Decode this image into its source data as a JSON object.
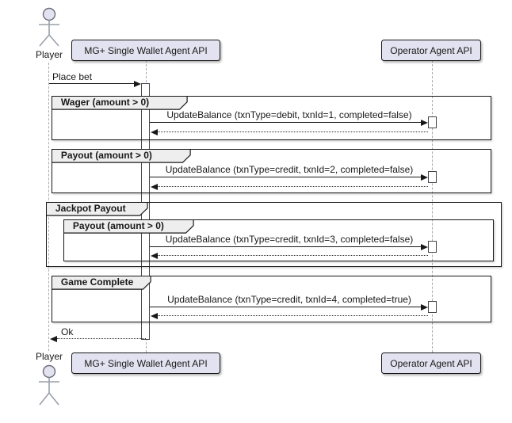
{
  "diagram_type": "uml-sequence",
  "actors": {
    "player_top": "Player",
    "player_bottom": "Player"
  },
  "participants": {
    "wallet_top": "MG+ Single Wallet Agent API",
    "operator_top": "Operator Agent API",
    "wallet_bottom": "MG+ Single Wallet Agent API",
    "operator_bottom": "Operator Agent API"
  },
  "frames": {
    "wager": "Wager (amount > 0)",
    "payout": "Payout (amount > 0)",
    "jackpot": "Jackpot Payout",
    "jackpot_payout": "Payout (amount > 0)",
    "game_complete": "Game Complete"
  },
  "messages": {
    "place_bet": "Place bet",
    "wager_call": "UpdateBalance (txnType=debit, txnId=1, completed=false)",
    "payout_call": "UpdateBalance (txnType=credit, txnId=2, completed=false)",
    "jackpot_call": "UpdateBalance (txnType=credit, txnId=3, completed=false)",
    "complete_call": "UpdateBalance (txnType=credit, txnId=4, completed=true)",
    "ok": "Ok"
  },
  "colors": {
    "participant_fill": "#E2E2F0",
    "frame_header_fill": "#EEEEEE",
    "line": "#181818",
    "lifeline": "#A9A9B3",
    "background": "#FFFFFF"
  }
}
